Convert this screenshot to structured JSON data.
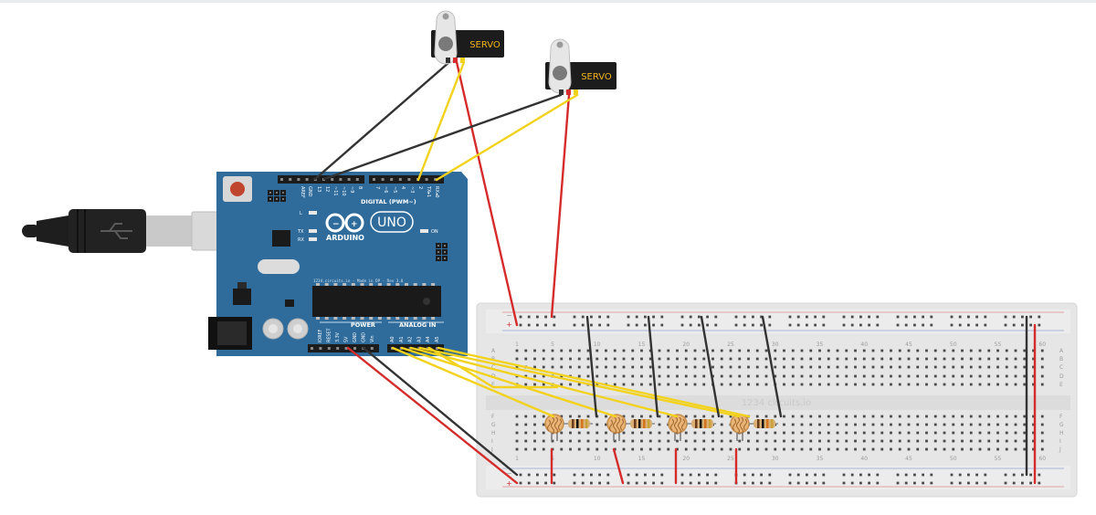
{
  "servos": [
    {
      "label": "SERVO"
    },
    {
      "label": "SERVO"
    }
  ],
  "arduino": {
    "logo_text": "ARDUINO",
    "model": "UNO",
    "digital_label": "DIGITAL (PWM~)",
    "power_label": "POWER",
    "analog_label": "ANALOG IN",
    "on_label": "ON",
    "led_l": "L",
    "led_tx": "TX",
    "led_rx": "RX",
    "footer_text": "1234.circuits.io - Made in DP - Rev 3.0",
    "digital_pins": [
      "AREF",
      "GND",
      "13",
      "12",
      "~11",
      "~10",
      "~9",
      "8",
      "7",
      "~6",
      "~5",
      "4",
      "~3",
      "2",
      "TX▸1",
      "RX◂0"
    ],
    "power_pins": [
      "IOREF",
      "RESET",
      "3.3V",
      "5V",
      "GND",
      "GND",
      "Vin"
    ],
    "analog_pins": [
      "A0",
      "A1",
      "A2",
      "A3",
      "A4",
      "A5"
    ]
  },
  "breadboard": {
    "watermark": "1234 circuits.io",
    "top_numbers": [
      "1",
      "5",
      "10",
      "15",
      "20",
      "25",
      "30",
      "35",
      "40",
      "45",
      "50",
      "55",
      "60"
    ],
    "bottom_numbers": [
      "1",
      "5",
      "10",
      "15",
      "20",
      "25",
      "30",
      "35",
      "40",
      "45",
      "50",
      "55",
      "60"
    ],
    "row_letters_top": [
      "A",
      "B",
      "C",
      "D",
      "E"
    ],
    "row_letters_bottom": [
      "F",
      "G",
      "H",
      "I",
      "J"
    ]
  },
  "colors": {
    "board": "#2f6c9c",
    "wire_black": "#333333",
    "wire_red": "#d52b2b",
    "wire_yellow": "#f2d21c"
  }
}
